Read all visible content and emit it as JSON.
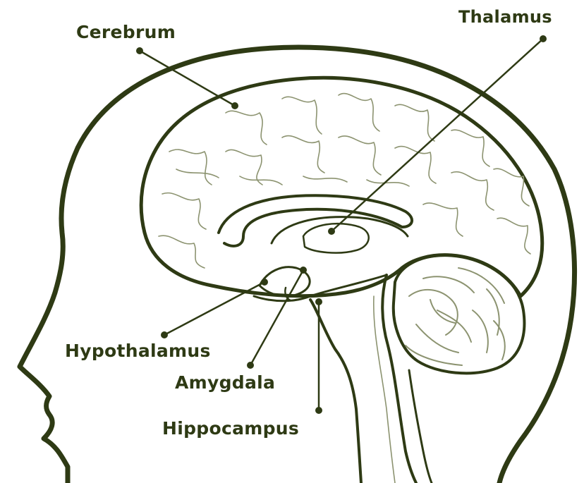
{
  "colors": {
    "ink": "#2e3a14",
    "line_light": "#8c9370",
    "background": "#ffffff"
  },
  "labels": {
    "cerebrum": "Cerebrum",
    "thalamus": "Thalamus",
    "hypothalamus": "Hypothalamus",
    "amygdala": "Amygdala",
    "hippocampus": "Hippocampus"
  }
}
